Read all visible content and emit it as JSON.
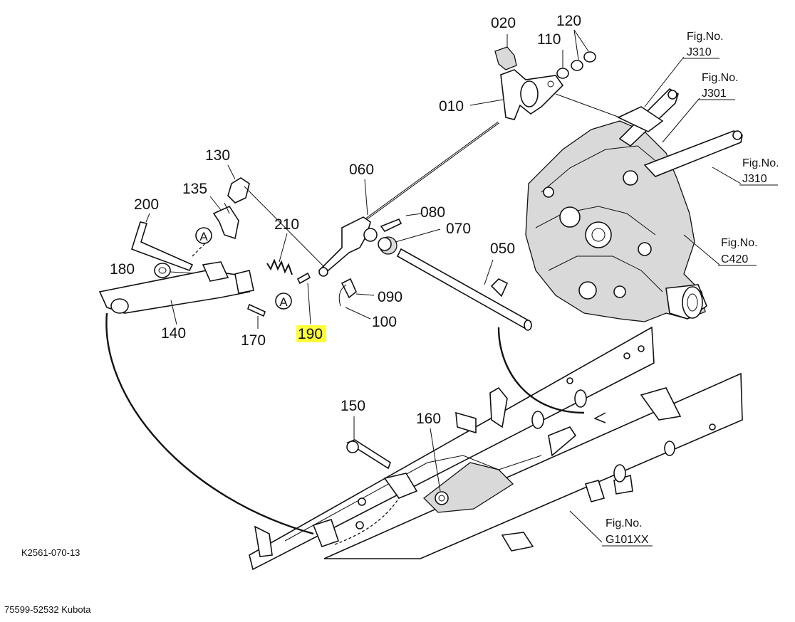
{
  "diagram": {
    "callouts": [
      "020",
      "120",
      "110",
      "010",
      "130",
      "135",
      "060",
      "080",
      "070",
      "200",
      "210",
      "050",
      "180",
      "090",
      "100",
      "140",
      "170",
      "190",
      "150",
      "160"
    ],
    "highlighted_callout": "190",
    "markers": [
      "A",
      "A"
    ],
    "figure_refs": [
      {
        "prefix": "Fig.No.",
        "code": "J310"
      },
      {
        "prefix": "Fig.No.",
        "code": "J301"
      },
      {
        "prefix": "Fig.No.",
        "code": "J310"
      },
      {
        "prefix": "Fig.No.",
        "code": "C420"
      },
      {
        "prefix": "Fig.No.",
        "code": "G101XX"
      }
    ],
    "highlight_color": "#ffff3a"
  },
  "diagram_code": "K2561-070-13",
  "footer": "75599-52532 Kubota"
}
